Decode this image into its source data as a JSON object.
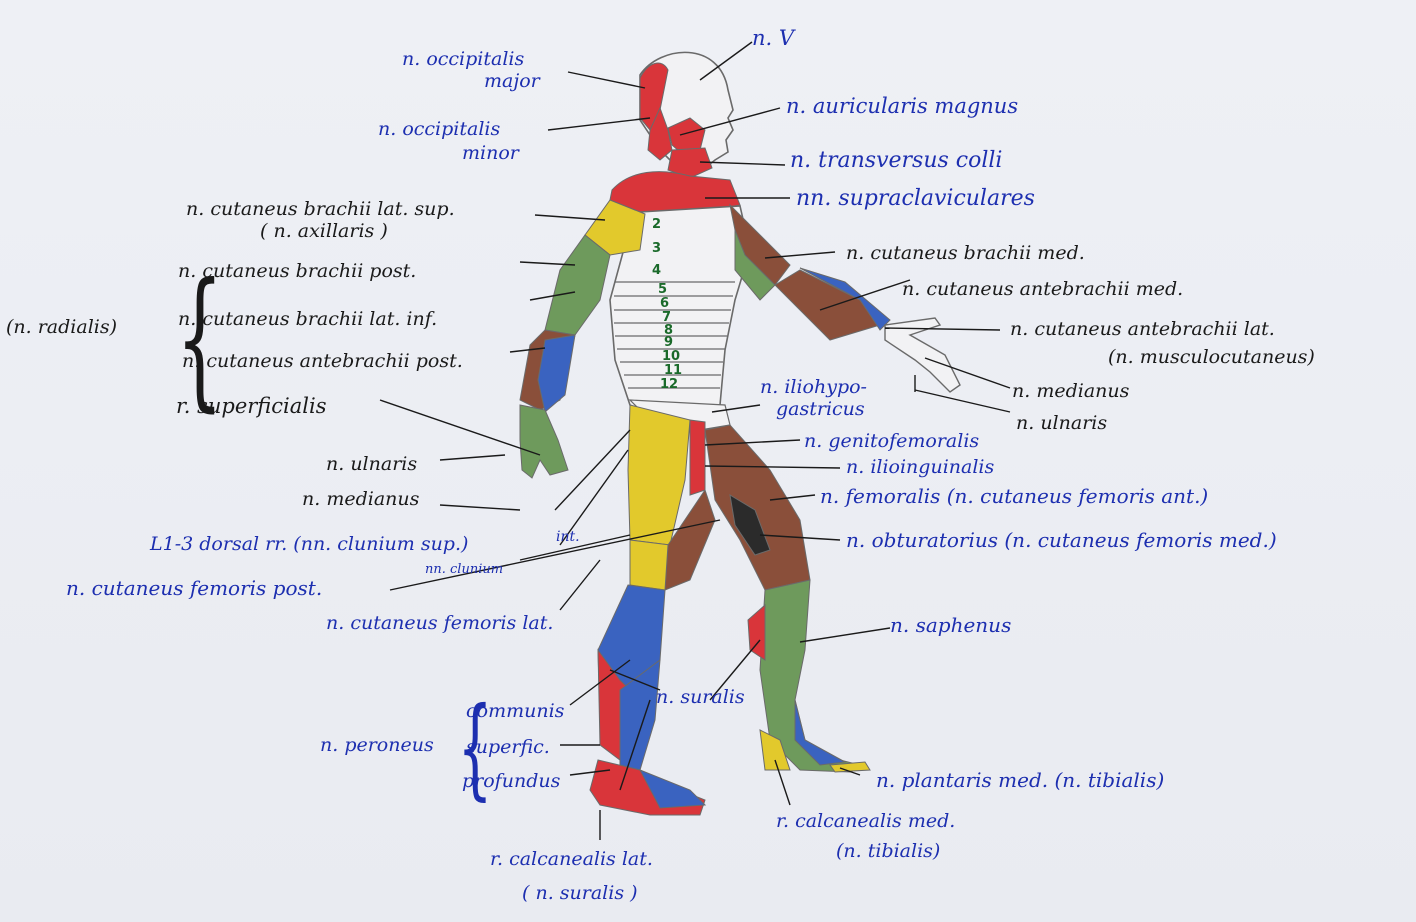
{
  "labels": {
    "n_V": "n. V",
    "occipitalis_major_1": "n. occipitalis",
    "occipitalis_major_2": "major",
    "occipitalis_minor_1": "n. occipitalis",
    "occipitalis_minor_2": "minor",
    "auricularis": "n. auricularis magnus",
    "transversus": "n. transversus colli",
    "supraclav": "nn. supraclaviculares",
    "cut_brachii_lat_sup": "n. cutaneus brachii lat. sup.",
    "axillaris": "( n. axillaris )",
    "cut_brachii_post": "n. cutaneus brachii post.",
    "cut_brachii_lat_inf": "n. cutaneus brachii lat. inf.",
    "radialis": "(n. radialis)",
    "cut_antebrachii_post": "n. cutaneus antebrachii post.",
    "r_superficialis": "r. superficialis",
    "ulnaris_left": "n. ulnaris",
    "medianus_left": "n. medianus",
    "cut_brachii_med": "n. cutaneus brachii med.",
    "cut_antebrachii_med": "n. cutaneus antebrachii med.",
    "cut_antebrachii_lat": "n. cutaneus antebrachii lat.",
    "musculocutaneus": "(n. musculocutaneus)",
    "medianus_right": "n. medianus",
    "ulnaris_right": "n. ulnaris",
    "iliohypo_1": "n. iliohypo-",
    "iliohypo_2": "gastricus",
    "genitofemoralis": "n. genitofemoralis",
    "ilioinguinalis": "n. ilioinguinalis",
    "femoralis": "n. femoralis (n. cutaneus femoris ant.)",
    "obturatorius": "n. obturatorius (n. cutaneus femoris med.)",
    "dorsal_rr": "L1-3 dorsal rr. (nn. clunium sup.)",
    "int": "int.",
    "cut_femoris_post": "n. cutaneus femoris post.",
    "nn_clunium": "nn. clunium",
    "cut_femoris_lat": "n. cutaneus femoris lat.",
    "saphenus": "n. saphenus",
    "suralis": "n. suralis",
    "peroneus": "n. peroneus",
    "communis": "communis",
    "superfic": "superfic.",
    "profundus": "profundus",
    "plantaris": "n. plantaris med. (n. tibialis)",
    "calc_med_1": "r. calcanealis med.",
    "calc_med_2": "(n. tibialis)",
    "calc_lat_1": "r. calcanealis lat.",
    "calc_lat_2": "( n. suralis )"
  },
  "rib_numbers": [
    "2",
    "3",
    "4",
    "5",
    "6",
    "7",
    "8",
    "9",
    "10",
    "11",
    "12"
  ],
  "colors": {
    "red": "#d9353a",
    "yellow": "#e2c92c",
    "green": "#6e9a5c",
    "blue": "#3a63c0",
    "brown": "#8a4f3a",
    "label_blue": "#1d2fb0",
    "label_black": "#1a1a1a",
    "outline": "#6a6a6a"
  }
}
